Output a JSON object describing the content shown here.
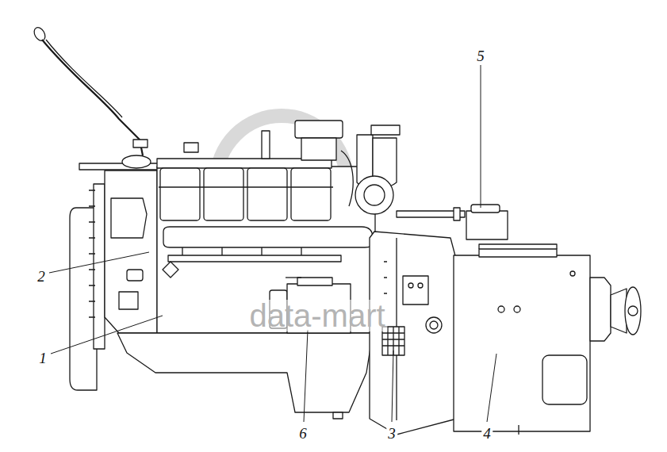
{
  "diagram": {
    "labels": [
      "1",
      "2",
      "3",
      "4",
      "5",
      "6",
      "data-mart"
    ]
  }
}
